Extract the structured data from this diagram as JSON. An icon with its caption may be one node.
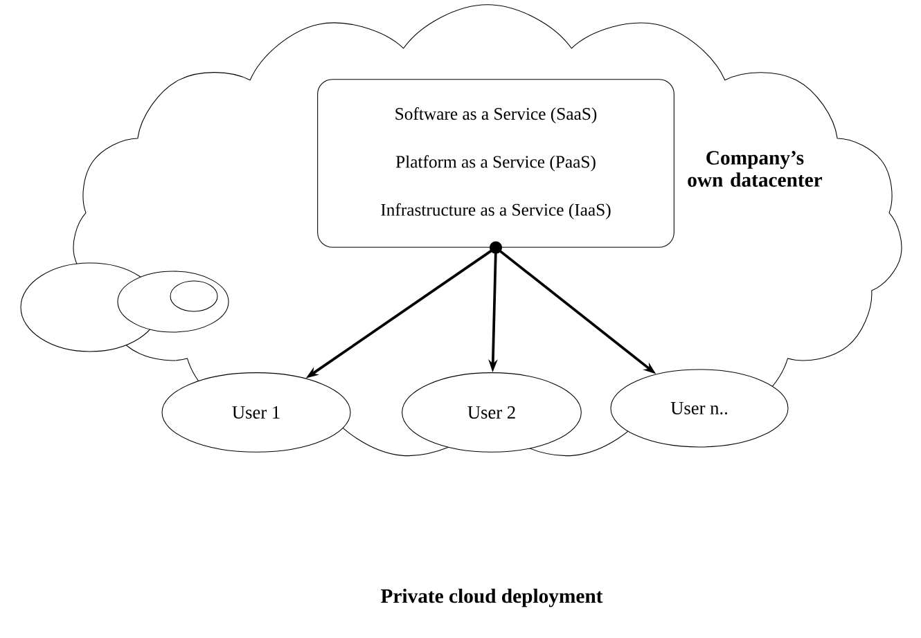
{
  "diagram": {
    "caption": "Private cloud deployment",
    "nodes": [
      {
        "text": [
          "Company’s own datacenter"
        ]
      },
      {
        "text": [
          "Software as a Service (SaaS)",
          "Platform as a Service (PaaS)",
          "Infrastructure as a Service (IaaS)"
        ],
        "in": 0
      },
      {
        "text": [
          "User 1"
        ],
        "in": 0
      },
      {
        "text": [
          "User 2"
        ],
        "in": 0
      },
      {
        "text": [
          "User n.."
        ],
        "in": 0
      }
    ],
    "edges": [
      {
        "from": 1,
        "to": 2,
        "arrow": "to"
      },
      {
        "from": 1,
        "to": 3,
        "arrow": "to"
      },
      {
        "from": 1,
        "to": 4,
        "arrow": "to"
      }
    ]
  }
}
